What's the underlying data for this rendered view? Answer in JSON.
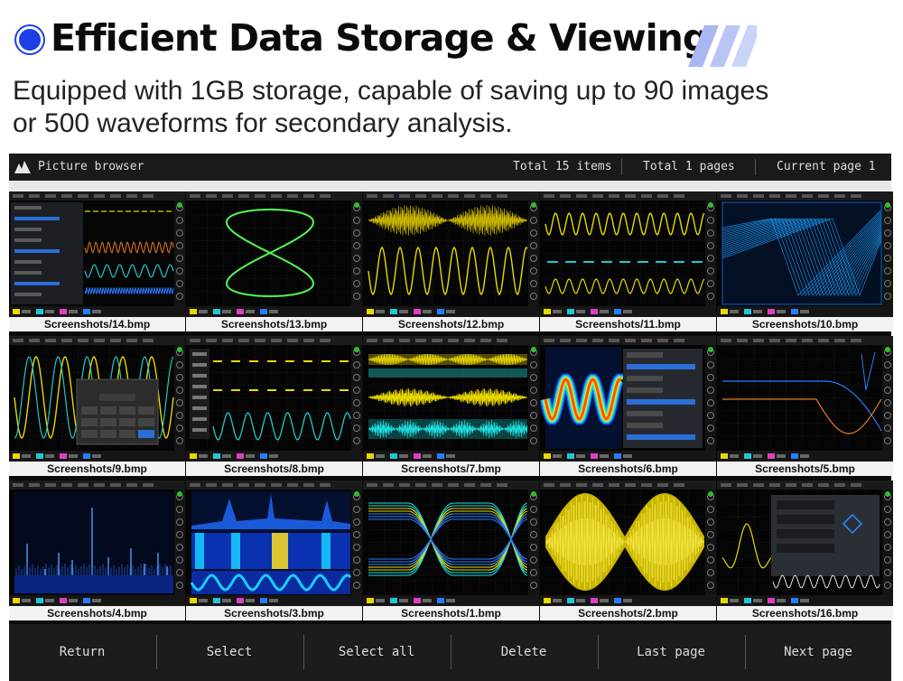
{
  "header": {
    "title": "Efficient Data Storage & Viewing",
    "desc_line1": "Equipped with 1GB storage, capable of saving up to 90 images",
    "desc_line2": "or 500 waveforms for secondary analysis.",
    "accent": "#1e3ee6"
  },
  "browser": {
    "app_title": "Picture browser",
    "total_items": "Total 15 items",
    "total_pages": "Total 1 pages",
    "current_page": "Current page 1",
    "thumbnails": [
      {
        "file": "Screenshots/14.bmp",
        "style": "menu-multi"
      },
      {
        "file": "Screenshots/13.bmp",
        "style": "lissajous"
      },
      {
        "file": "Screenshots/12.bmp",
        "style": "am-yellow"
      },
      {
        "file": "Screenshots/11.bmp",
        "style": "sine-pulse"
      },
      {
        "file": "Screenshots/10.bmp",
        "style": "blue-persist"
      },
      {
        "file": "Screenshots/9.bmp",
        "style": "dialog-sine"
      },
      {
        "file": "Screenshots/8.bmp",
        "style": "pulse-sine"
      },
      {
        "file": "Screenshots/7.bmp",
        "style": "multi-band"
      },
      {
        "file": "Screenshots/6.bmp",
        "style": "heat-sine"
      },
      {
        "file": "Screenshots/5.bmp",
        "style": "bode"
      },
      {
        "file": "Screenshots/4.bmp",
        "style": "spectrum"
      },
      {
        "file": "Screenshots/3.bmp",
        "style": "spectrogram"
      },
      {
        "file": "Screenshots/1.bmp",
        "style": "eye"
      },
      {
        "file": "Screenshots/2.bmp",
        "style": "am-big"
      },
      {
        "file": "Screenshots/16.bmp",
        "style": "panel-sinc"
      }
    ]
  },
  "buttons": {
    "return": "Return",
    "select": "Select",
    "select_all": "Select all",
    "delete": "Delete",
    "last_page": "Last page",
    "next_page": "Next page"
  },
  "icons": {
    "bullet": "circle-bullet-icon",
    "stripes": "diagonal-stripes-icon",
    "logo": "mountain-logo-icon"
  }
}
